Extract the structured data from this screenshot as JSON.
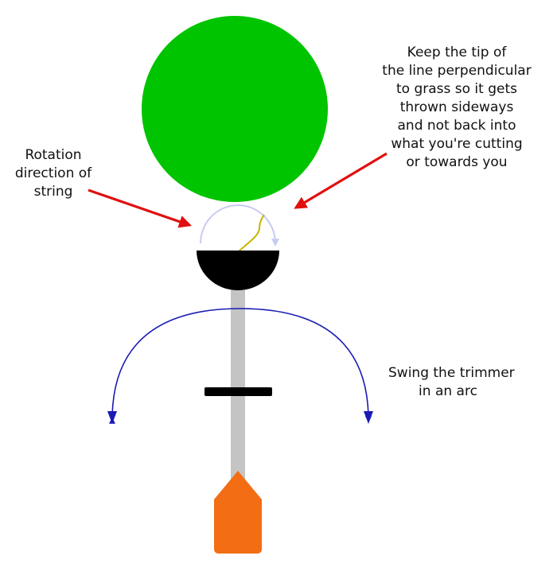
{
  "labels": {
    "rotation": [
      "Rotation",
      "direction of",
      "string"
    ],
    "perpendicular": [
      "Keep the tip of",
      "the line perpendicular",
      "to grass so it gets",
      "thrown sideways",
      "and not back into",
      "what you're cutting",
      "or towards you"
    ],
    "swing": [
      "Swing the trimmer",
      "in an arc"
    ]
  },
  "colors": {
    "grass": "#00c400",
    "trimmer_head": "#000000",
    "shaft": "#c4c4c4",
    "handle": "#f26d14",
    "pointer_arrows": "#e01010",
    "swing_arc": "#1a1ab4",
    "rotation_arc": "#c8cbf0",
    "string_line": "#c8b400",
    "text": "#111111"
  }
}
